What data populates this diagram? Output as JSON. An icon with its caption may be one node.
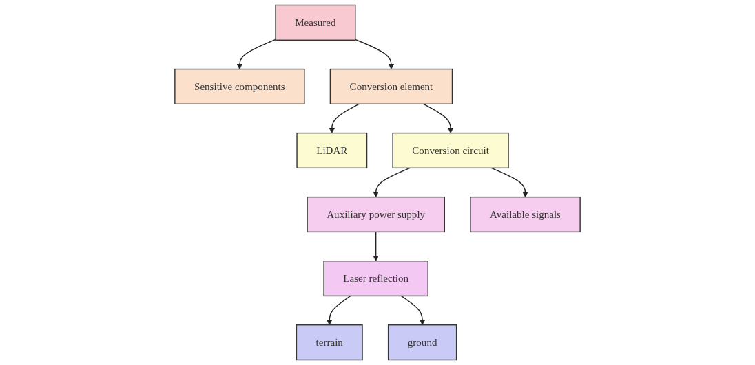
{
  "diagram": {
    "nodes": [
      {
        "text": [
          "Measured"
        ]
      },
      {
        "text": [
          "Sensitive components"
        ]
      },
      {
        "text": [
          "Conversion element"
        ]
      },
      {
        "text": [
          "LiDAR"
        ]
      },
      {
        "text": [
          "Conversion circuit"
        ]
      },
      {
        "text": [
          "Auxiliary power supply"
        ]
      },
      {
        "text": [
          "Available signals"
        ]
      },
      {
        "text": [
          "Laser reflection"
        ]
      },
      {
        "text": [
          "terrain"
        ]
      },
      {
        "text": [
          "ground"
        ]
      }
    ],
    "edges": [
      {
        "from": 0,
        "to": 1,
        "arrow": "to"
      },
      {
        "from": 0,
        "to": 2,
        "arrow": "to"
      },
      {
        "from": 2,
        "to": 3,
        "arrow": "to"
      },
      {
        "from": 2,
        "to": 4,
        "arrow": "to"
      },
      {
        "from": 4,
        "to": 5,
        "arrow": "to"
      },
      {
        "from": 4,
        "to": 6,
        "arrow": "to"
      },
      {
        "from": 5,
        "to": 7,
        "arrow": "to"
      },
      {
        "from": 7,
        "to": 8,
        "arrow": "to"
      },
      {
        "from": 7,
        "to": 9,
        "arrow": "to"
      }
    ]
  }
}
